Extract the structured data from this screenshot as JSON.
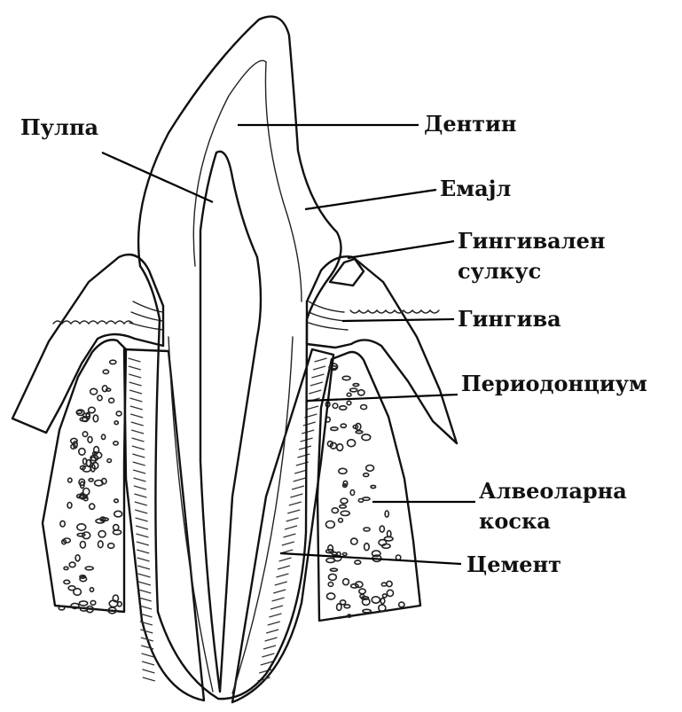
{
  "labels": {
    "pulp": "Пулпа",
    "dentin": "Дентин",
    "enamel": "Емајл",
    "gingival_sulcus_line1": "Гингивален",
    "gingival_sulcus_line2": "сулкус",
    "gingiva": "Гингива",
    "periodontium": "Периодонциум",
    "alveolar_bone_line1": "Алвеоларна",
    "alveolar_bone_line2": "коска",
    "cementum": "Цемент"
  }
}
